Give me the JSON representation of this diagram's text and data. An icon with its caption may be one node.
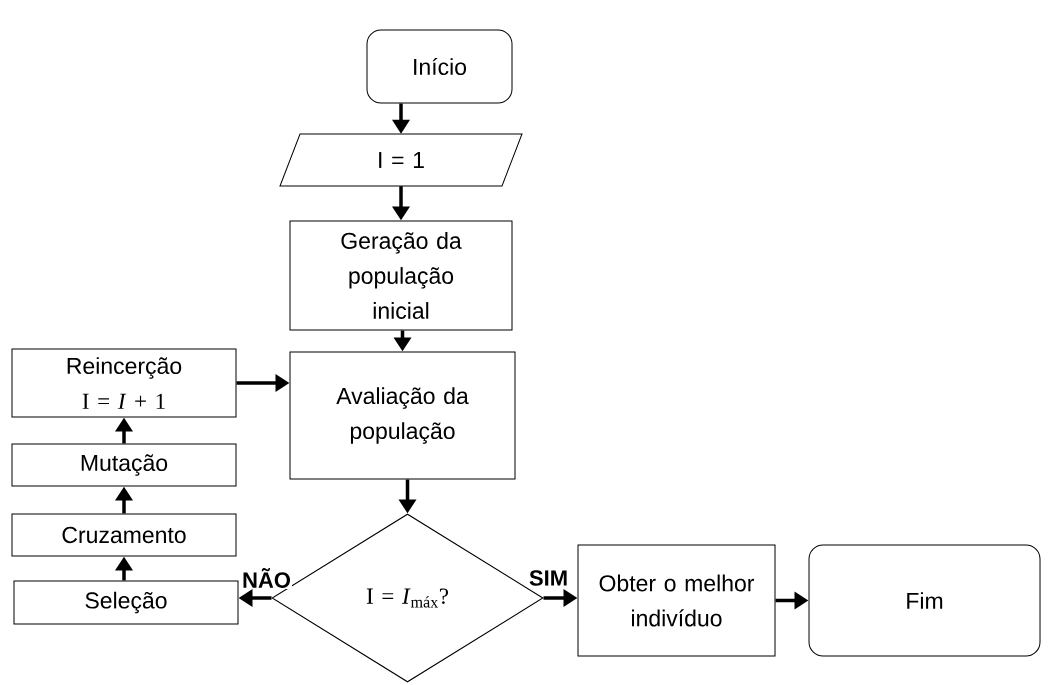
{
  "diagram": {
    "nodes": [
      {
        "text": [
          "Início"
        ]
      },
      {
        "text": [
          "I = 1"
        ]
      },
      {
        "text": [
          "Geração da população inicial"
        ]
      },
      {
        "text": [
          "Avaliação da população"
        ]
      },
      {
        "text": [
          "I = *I*$_{máx}$?"
        ]
      },
      {
        "text": [
          "Seleção"
        ]
      },
      {
        "text": [
          "Cruzamento"
        ]
      },
      {
        "text": [
          "Mutação"
        ]
      },
      {
        "text": [
          "Reincerção",
          "I = *I* + 1"
        ]
      },
      {
        "text": [
          "Obter o melhor indivíduo"
        ]
      },
      {
        "text": [
          "Fim"
        ]
      }
    ],
    "edges": [
      {
        "from": 0,
        "to": 1,
        "arrow": "to"
      },
      {
        "from": 1,
        "to": 2,
        "arrow": "to"
      },
      {
        "from": 2,
        "to": 3,
        "arrow": "to"
      },
      {
        "from": 3,
        "to": 4,
        "arrow": "to"
      },
      {
        "from": 4,
        "to": 5,
        "arrow": "to",
        "label": "NÃO"
      },
      {
        "from": 5,
        "to": 6,
        "arrow": "to"
      },
      {
        "from": 6,
        "to": 7,
        "arrow": "to"
      },
      {
        "from": 7,
        "to": 8,
        "arrow": "to"
      },
      {
        "from": 8,
        "to": 3,
        "arrow": "to"
      },
      {
        "from": 4,
        "to": 9,
        "arrow": "to",
        "label": "SIM"
      },
      {
        "from": 9,
        "to": 10,
        "arrow": "to"
      }
    ]
  }
}
